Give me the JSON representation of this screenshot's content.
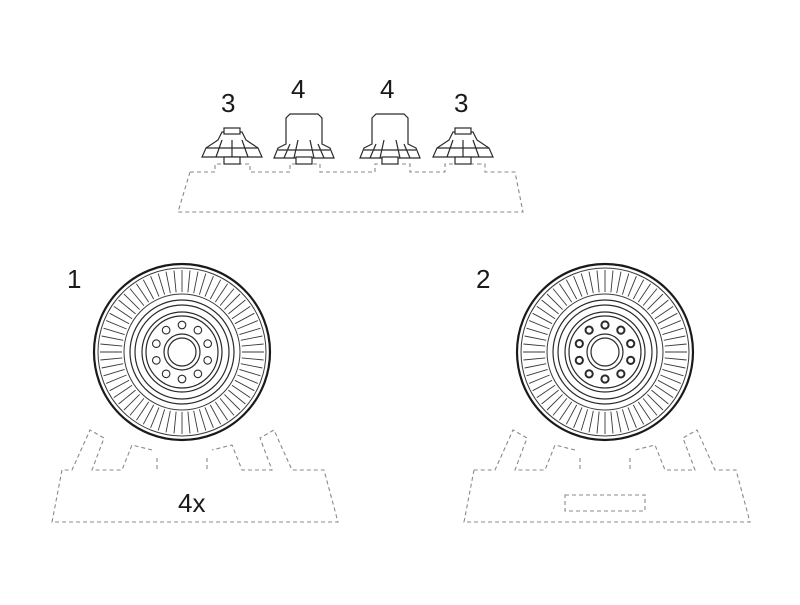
{
  "caps": [
    {
      "label": "3",
      "kind": "small"
    },
    {
      "label": "4",
      "kind": "tall"
    },
    {
      "label": "4",
      "kind": "tall"
    },
    {
      "label": "3",
      "kind": "small"
    }
  ],
  "wheels": [
    {
      "label": "1",
      "quantity": "4x"
    },
    {
      "label": "2",
      "quantity": ""
    }
  ],
  "colors": {
    "ink": "#2a2a2a",
    "sprue": "#8a8a8a"
  }
}
